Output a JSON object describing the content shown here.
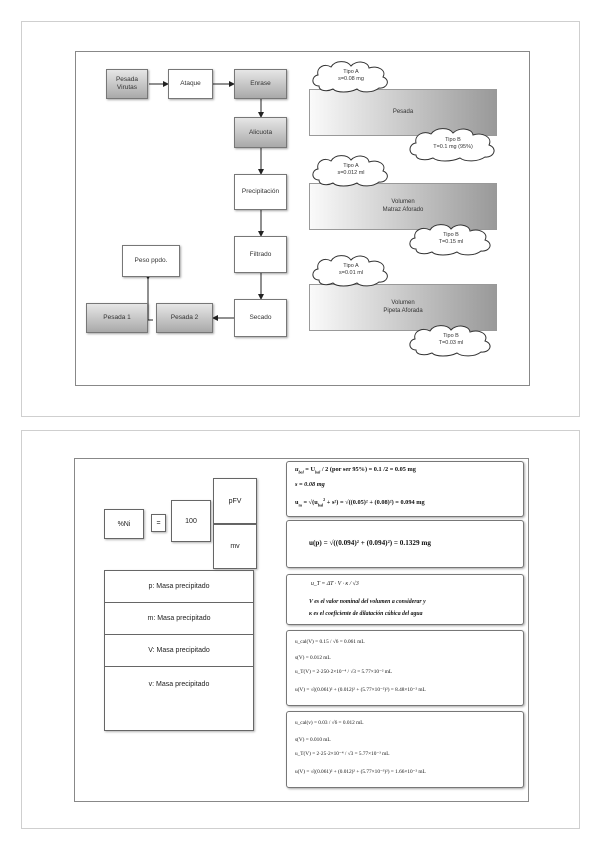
{
  "slide1": {
    "flow": {
      "pesada_virutas": "Pesada\nVirutas",
      "ataque": "Ataque",
      "enrase": "Enrase",
      "alicuota": "Alicuota",
      "precipitacion": "Precipitación",
      "filtrado": "Filtrado",
      "secado": "Secado",
      "pesada2": "Pesada 2",
      "pesada1": "Pesada 1",
      "peso_ppdo": "Peso ppdo."
    },
    "groups": [
      {
        "bar": "Pesada",
        "tipo_a": "Tipo A\ns=0.08 mg",
        "tipo_b": "Tipo B\nT=0.1 mg (95%)"
      },
      {
        "bar": "Volumen\nMatraz Aforado",
        "tipo_a": "Tipo A\ns=0.012 ml",
        "tipo_b": "Tipo B\nT=0.15 ml"
      },
      {
        "bar": "Volumen\nPipeta Aforada",
        "tipo_a": "Tipo A\ns=0.01 ml",
        "tipo_b": "Tipo B\nT=0.03 ml"
      }
    ]
  },
  "slide2": {
    "formula": {
      "lhs": "%Ni",
      "eq": "=",
      "factor": "100",
      "num": "pFV",
      "den": "mv"
    },
    "masses": [
      "p: Masa precipitado",
      "m: Masa precipitado",
      "V: Masa precipitado",
      "v: Masa precipitado"
    ],
    "eq1": {
      "a_pre": "u",
      "a_sub": "bal",
      "a_mid": " = U",
      "a_sub2": "bal",
      "a_rest": " / 2 (por ser 95%) = 0.1 /2 = 0.05 mg",
      "b": "s = 0.08 mg",
      "c_pre": "u",
      "c_sub": "m",
      "c_mid": " = √(u",
      "c_tail": " + s²) = √((0.05)² + (0.08)²) = 0.094  mg"
    },
    "eq2": {
      "text": "u(p) = √((0.094)² + (0.094)²) = 0.1329 mg"
    },
    "eq3": {
      "a": "u_T = ΔT · V · κ / √3",
      "b": "V es el valor nominal del volumen a considerar y",
      "c": "κ es el coeficiente de dilatación cúbica del agua"
    },
    "eq4": {
      "a": "u_cal(V) = 0.15 / √6 = 0.061 mL",
      "b": "s(V) = 0.012 mL",
      "c": "u_T(V) = 2·250·2×10⁻⁴ / √3 = 5.77×10⁻² mL",
      "d": "u(V) = √((0.061)² + (0.012)² + (5.77×10⁻²)²) = 8.48×10⁻² mL"
    },
    "eq5": {
      "a": "u_cal(v) = 0.03 / √6 = 0.012 mL",
      "b": "s(V) = 0.010 mL",
      "c": "u_T(V) = 2·25·2×10⁻⁴ / √3 = 5.77×10⁻³ mL",
      "d": "u(V) = √((0.061)² + (0.012)² + (5.77×10⁻³)²) = 1.66×10⁻² mL"
    }
  }
}
